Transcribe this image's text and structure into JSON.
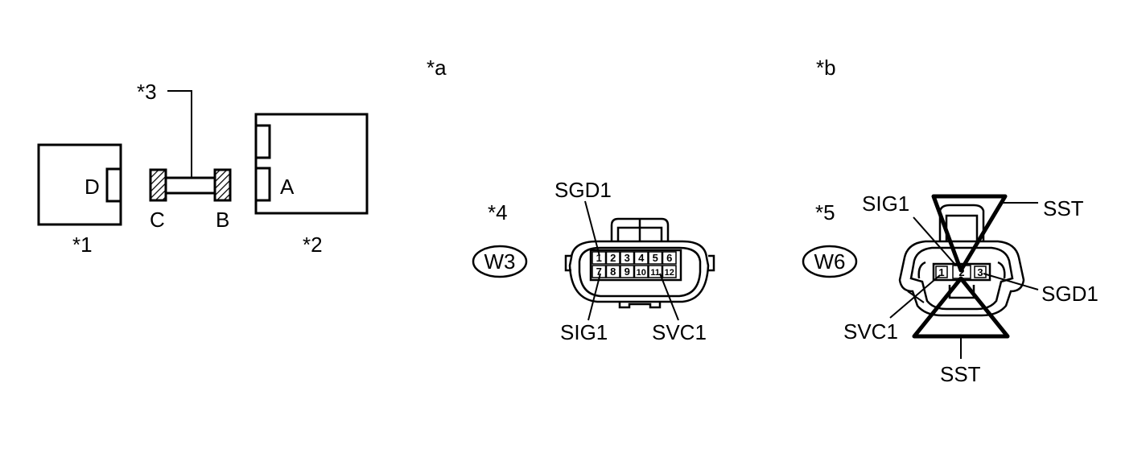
{
  "labels": {
    "a": "*a",
    "b": "*b",
    "ref1": "*1",
    "ref2": "*2",
    "ref3": "*3",
    "ref4": "*4",
    "ref5": "*5",
    "conn_d": "D",
    "conn_a": "A",
    "conn_c": "C",
    "conn_b": "B"
  },
  "connector_w3": {
    "id": "W3",
    "pins_top": [
      "1",
      "2",
      "3",
      "4",
      "5",
      "6"
    ],
    "pins_bottom": [
      "7",
      "8",
      "9",
      "10",
      "11",
      "12"
    ],
    "sgd1": "SGD1",
    "sig1": "SIG1",
    "svc1": "SVC1"
  },
  "connector_w6": {
    "id": "W6",
    "pins": [
      "1",
      "2",
      "3"
    ],
    "sig1": "SIG1",
    "sgd1": "SGD1",
    "svc1": "SVC1",
    "sst_top": "SST",
    "sst_bottom": "SST"
  }
}
